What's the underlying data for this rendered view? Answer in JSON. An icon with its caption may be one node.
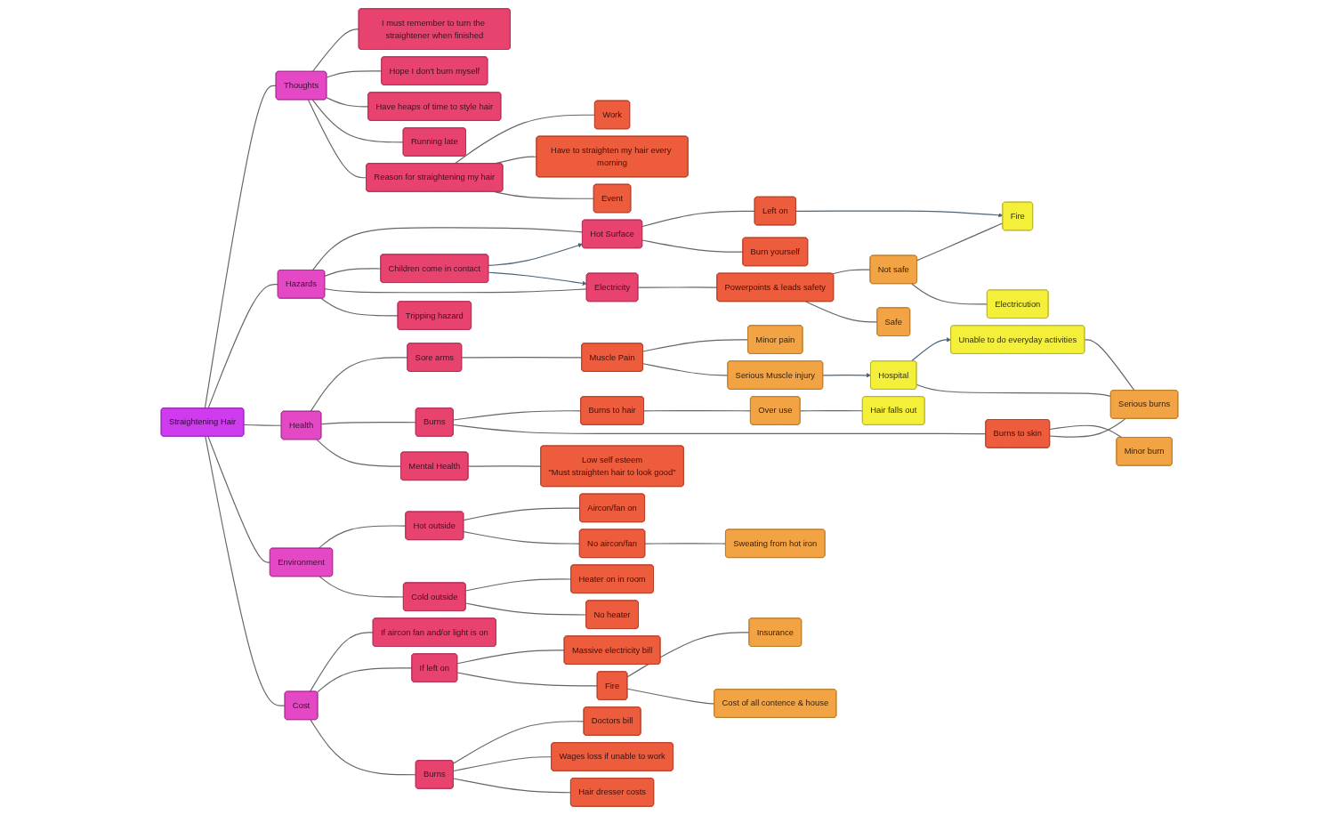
{
  "diagram": {
    "nodes": [
      {
        "text": [
          "I must remember to turn the straightener when finished"
        ]
      },
      {
        "text": [
          "Hope I don't burn myself"
        ]
      },
      {
        "text": [
          "Have heaps of time to style hair"
        ]
      },
      {
        "text": [
          "Serious Muscle injury"
        ]
      },
      {
        "text": [
          "Reason for straightening my hair"
        ]
      },
      {
        "text": [
          "Running late"
        ]
      },
      {
        "text": [
          "Minor pain"
        ]
      },
      {
        "text": [
          "Work"
        ]
      },
      {
        "text": [
          "Hospital"
        ]
      },
      {
        "text": [
          "Hair falls out"
        ]
      },
      {
        "text": [
          "Over use"
        ]
      },
      {
        "text": [
          "Event"
        ]
      },
      {
        "text": [
          "Muscle Pain"
        ]
      },
      {
        "text": [
          "Have to straighten my hair every morning"
        ]
      },
      {
        "text": [
          "Minor burn"
        ]
      },
      {
        "text": [
          "Unable to do everyday activities"
        ]
      },
      {
        "text": [
          "Burns to hair"
        ]
      },
      {
        "text": [
          "Thoughts"
        ]
      },
      {
        "text": [
          "Burns to skin"
        ]
      },
      {
        "text": [
          "Serious burns"
        ]
      },
      {
        "text": [
          "Sore arms"
        ]
      },
      {
        "text": [
          "Hot Surface"
        ]
      },
      {
        "text": [
          "Burns"
        ]
      },
      {
        "text": [
          "Low self esteem",
          "\"Must straighten hair to look good\""
        ]
      },
      {
        "text": [
          "Left on"
        ]
      },
      {
        "text": [
          "Children come in contact"
        ]
      },
      {
        "text": [
          "Hazards"
        ]
      },
      {
        "text": [
          "Health"
        ]
      },
      {
        "text": [
          "Mental Health"
        ]
      },
      {
        "text": [
          "Environment"
        ]
      },
      {
        "text": [
          "Burn yourself"
        ]
      },
      {
        "text": [
          "Electricity"
        ]
      },
      {
        "text": [
          "Tripping hazard"
        ]
      },
      {
        "text": [
          "Straightening Hair"
        ]
      },
      {
        "text": [
          "Powerpoints & leads safety"
        ]
      },
      {
        "text": [
          "Hot outside"
        ]
      },
      {
        "text": [
          "Cost"
        ]
      },
      {
        "text": [
          "If aircon fan and/or light is on"
        ]
      },
      {
        "text": [
          "Aircon/fan on"
        ]
      },
      {
        "text": [
          "Cold outside"
        ]
      },
      {
        "text": [
          "Not safe"
        ]
      },
      {
        "text": [
          "Safe"
        ]
      },
      {
        "text": [
          "No aircon/fan"
        ]
      },
      {
        "text": [
          "If left on"
        ]
      },
      {
        "text": [
          "Burns"
        ]
      },
      {
        "text": [
          "Heater on in room"
        ]
      },
      {
        "text": [
          "No heater"
        ]
      },
      {
        "text": [
          "Massive electricity bill"
        ]
      },
      {
        "text": [
          "Wages loss if unable to work"
        ]
      },
      {
        "text": [
          "Fire"
        ]
      },
      {
        "text": [
          "Electricution"
        ]
      },
      {
        "text": [
          "Fire"
        ]
      },
      {
        "text": [
          "Doctors bill"
        ]
      },
      {
        "text": [
          "Sweating from hot iron"
        ]
      },
      {
        "text": [
          "Hair dresser costs"
        ]
      },
      {
        "text": [
          "Insurance"
        ]
      },
      {
        "text": [
          "Cost of all contence & house"
        ]
      }
    ],
    "edges": [
      {
        "from": 33,
        "to": 17,
        "arrow": "none"
      },
      {
        "from": 33,
        "to": 26,
        "arrow": "none"
      },
      {
        "from": 33,
        "to": 27,
        "arrow": "none"
      },
      {
        "from": 33,
        "to": 29,
        "arrow": "none"
      },
      {
        "from": 33,
        "to": 36,
        "arrow": "none"
      },
      {
        "from": 17,
        "to": 0,
        "arrow": "none"
      },
      {
        "from": 17,
        "to": 1,
        "arrow": "none"
      },
      {
        "from": 17,
        "to": 2,
        "arrow": "none"
      },
      {
        "from": 17,
        "to": 5,
        "arrow": "none"
      },
      {
        "from": 17,
        "to": 4,
        "arrow": "none"
      },
      {
        "from": 4,
        "to": 7,
        "arrow": "none"
      },
      {
        "from": 4,
        "to": 13,
        "arrow": "none"
      },
      {
        "from": 4,
        "to": 11,
        "arrow": "none"
      },
      {
        "from": 26,
        "to": 21,
        "arrow": "none"
      },
      {
        "from": 26,
        "to": 25,
        "arrow": "none"
      },
      {
        "from": 26,
        "to": 31,
        "arrow": "none"
      },
      {
        "from": 26,
        "to": 32,
        "arrow": "none"
      },
      {
        "from": 21,
        "to": 24,
        "arrow": "none"
      },
      {
        "from": 21,
        "to": 30,
        "arrow": "none"
      },
      {
        "from": 25,
        "to": 21,
        "arrow": "to",
        "color": "#4a6479"
      },
      {
        "from": 25,
        "to": 31,
        "arrow": "to",
        "color": "#4a6479"
      },
      {
        "from": 24,
        "to": 49,
        "arrow": "to",
        "color": "#4a6479"
      },
      {
        "from": 31,
        "to": 34,
        "arrow": "none"
      },
      {
        "from": 34,
        "to": 40,
        "arrow": "none"
      },
      {
        "from": 34,
        "to": 41,
        "arrow": "none"
      },
      {
        "from": 40,
        "to": 49,
        "arrow": "none"
      },
      {
        "from": 40,
        "to": 50,
        "arrow": "none"
      },
      {
        "from": 27,
        "to": 20,
        "arrow": "none"
      },
      {
        "from": 27,
        "to": 22,
        "arrow": "none"
      },
      {
        "from": 27,
        "to": 28,
        "arrow": "none"
      },
      {
        "from": 20,
        "to": 12,
        "arrow": "none"
      },
      {
        "from": 12,
        "to": 6,
        "arrow": "none"
      },
      {
        "from": 12,
        "to": 3,
        "arrow": "none"
      },
      {
        "from": 3,
        "to": 8,
        "arrow": "to",
        "color": "#4a6479"
      },
      {
        "from": 8,
        "to": 15,
        "arrow": "to",
        "color": "#4a6479"
      },
      {
        "from": 8,
        "to": 19,
        "arrow": "none"
      },
      {
        "from": 15,
        "to": 19,
        "arrow": "none"
      },
      {
        "from": 22,
        "to": 16,
        "arrow": "none"
      },
      {
        "from": 22,
        "to": 18,
        "arrow": "none"
      },
      {
        "from": 16,
        "to": 10,
        "arrow": "none"
      },
      {
        "from": 10,
        "to": 9,
        "arrow": "none"
      },
      {
        "from": 18,
        "to": 14,
        "arrow": "none"
      },
      {
        "from": 18,
        "to": 19,
        "arrow": "none"
      },
      {
        "from": 28,
        "to": 23,
        "arrow": "none"
      },
      {
        "from": 29,
        "to": 35,
        "arrow": "none"
      },
      {
        "from": 29,
        "to": 39,
        "arrow": "none"
      },
      {
        "from": 35,
        "to": 38,
        "arrow": "none"
      },
      {
        "from": 35,
        "to": 42,
        "arrow": "none"
      },
      {
        "from": 42,
        "to": 53,
        "arrow": "none"
      },
      {
        "from": 39,
        "to": 45,
        "arrow": "none"
      },
      {
        "from": 39,
        "to": 46,
        "arrow": "none"
      },
      {
        "from": 36,
        "to": 37,
        "arrow": "none"
      },
      {
        "from": 36,
        "to": 43,
        "arrow": "none"
      },
      {
        "from": 36,
        "to": 44,
        "arrow": "none"
      },
      {
        "from": 43,
        "to": 47,
        "arrow": "none"
      },
      {
        "from": 43,
        "to": 51,
        "arrow": "none"
      },
      {
        "from": 51,
        "to": 55,
        "arrow": "none"
      },
      {
        "from": 51,
        "to": 56,
        "arrow": "none"
      },
      {
        "from": 44,
        "to": 52,
        "arrow": "none"
      },
      {
        "from": 44,
        "to": 48,
        "arrow": "none"
      },
      {
        "from": 44,
        "to": 54,
        "arrow": "none"
      }
    ]
  }
}
